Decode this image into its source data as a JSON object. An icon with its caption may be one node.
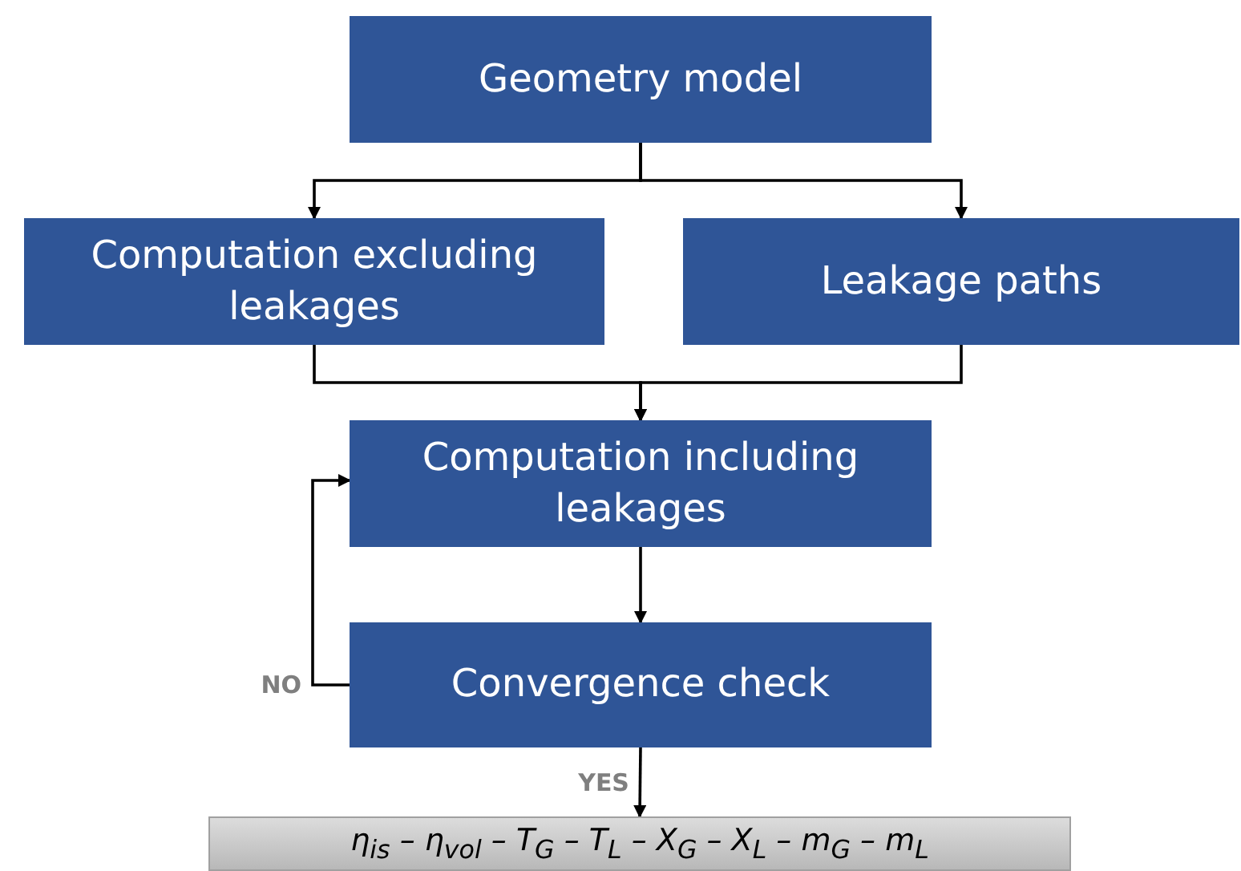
{
  "diagram": {
    "nodes": [
      {
        "text": [
          "Geometry model"
        ]
      },
      {
        "text": [
          "Computation excluding leakages"
        ]
      },
      {
        "text": [
          "Leakage paths"
        ]
      },
      {
        "text": [
          "Computation including leakages"
        ]
      },
      {
        "text": [
          "Convergence check"
        ]
      },
      {
        "text": [
          "η$_{is}$ – η$_{vol}$ – T$_{G}$ – T$_{L}$ – X$_{G}$ – X$_{L}$ – m$_{G}$ – m$_{L}$"
        ]
      }
    ],
    "edges": [
      {
        "from": 0,
        "to": 1,
        "arrow": "to"
      },
      {
        "from": 0,
        "to": 2,
        "arrow": "to"
      },
      {
        "from": 1,
        "to": 3,
        "arrow": "to"
      },
      {
        "from": 2,
        "to": 3,
        "arrow": "to"
      },
      {
        "from": 3,
        "to": 4,
        "arrow": "to"
      },
      {
        "from": 4,
        "to": 3,
        "arrow": "to",
        "label": "NO"
      },
      {
        "from": 4,
        "to": 5,
        "arrow": "to",
        "label": "YES"
      }
    ]
  }
}
